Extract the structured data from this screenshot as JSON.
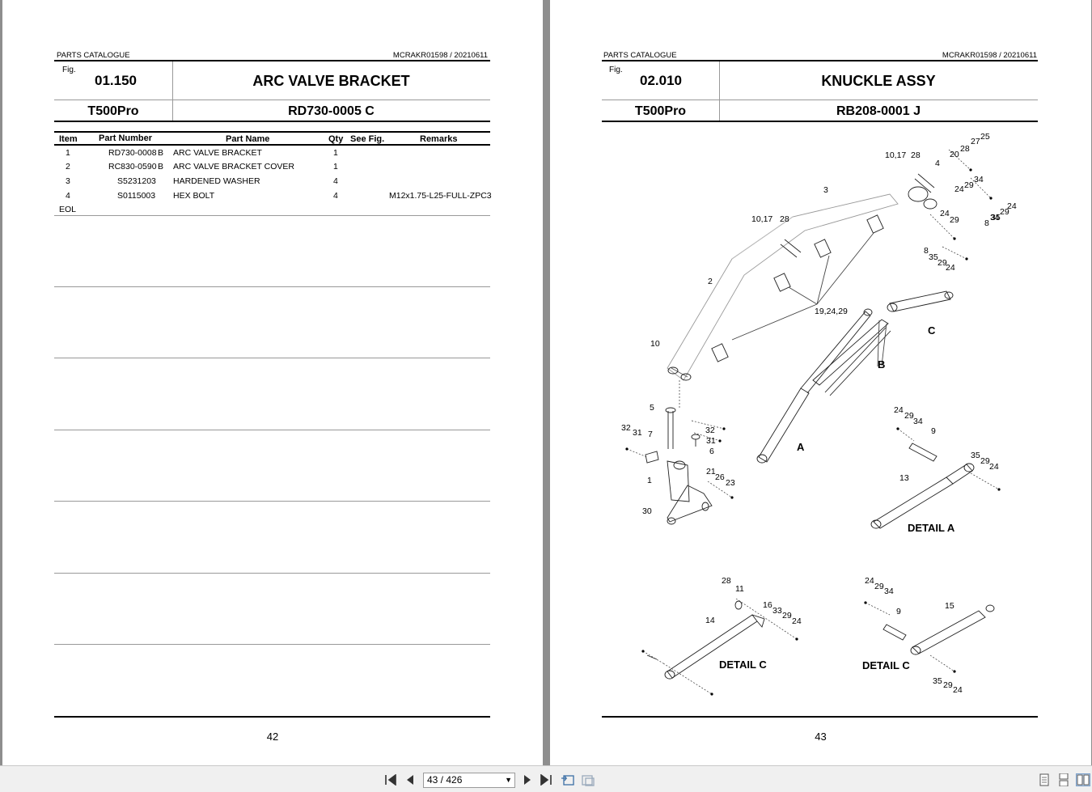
{
  "left_page": {
    "header_left": "PARTS CATALOGUE",
    "header_right": "MCRAKR01598 / 20210611",
    "fig_label": "Fig.",
    "fig_number": "01.150",
    "title": "ARC VALVE BRACKET",
    "model": "T500Pro",
    "assembly_number": "RD730-0005 C",
    "columns": {
      "item": "Item",
      "part_number": "Part Number",
      "part_name": "Part Name",
      "qty": "Qty",
      "see_fig": "See Fig.",
      "remarks": "Remarks"
    },
    "rows": [
      {
        "item": "1",
        "part_number": "RD730-0008",
        "rev": "B",
        "part_name": "ARC VALVE BRACKET",
        "qty": "1",
        "remarks": ""
      },
      {
        "item": "2",
        "part_number": "RC830-0590",
        "rev": "B",
        "part_name": "ARC VALVE BRACKET COVER",
        "qty": "1",
        "remarks": ""
      },
      {
        "item": "3",
        "part_number": "S5231203",
        "rev": "",
        "part_name": "HARDENED WASHER",
        "qty": "4",
        "remarks": ""
      },
      {
        "item": "4",
        "part_number": "S0115003",
        "rev": "",
        "part_name": "HEX BOLT",
        "qty": "4",
        "remarks": "M12x1.75-L25-FULL-ZPC3"
      }
    ],
    "eol": "EOL",
    "page_number": "42"
  },
  "right_page": {
    "header_left": "PARTS CATALOGUE",
    "header_right": "MCRAKR01598 / 20210611",
    "fig_label": "Fig.",
    "fig_number": "02.010",
    "title": "KNUCKLE ASSY",
    "model": "T500Pro",
    "assembly_number": "RB208-0001 J",
    "page_number": "43",
    "diagram": {
      "labels": {
        "main": [
          "10,17",
          "28",
          "4",
          "20",
          "28",
          "27",
          "25",
          "34",
          "29",
          "24",
          "3",
          "24",
          "29",
          "34",
          "29",
          "24",
          "8",
          "35",
          "10,17",
          "28",
          "8",
          "35",
          "29",
          "24",
          "2",
          "19,24,29",
          "C",
          "10",
          "B",
          "5",
          "32",
          "31",
          "7",
          "32",
          "31",
          "6",
          "A",
          "21",
          "26",
          "23",
          "1",
          "30"
        ],
        "detail_a_labels": [
          "24",
          "29",
          "34",
          "9",
          "35",
          "29",
          "24",
          "13"
        ],
        "detail_a_title": "DETAIL A",
        "detail_c1_labels": [
          "28",
          "11",
          "16",
          "33",
          "29",
          "24",
          "14"
        ],
        "detail_c1_title": "DETAIL C",
        "detail_c2_labels": [
          "24",
          "29",
          "34",
          "9",
          "15",
          "35",
          "29",
          "24"
        ],
        "detail_c2_title": "DETAIL C"
      }
    }
  },
  "toolbar": {
    "page_field": "43 / 426",
    "icons": [
      "first-page-icon",
      "prev-page-icon",
      "next-page-icon",
      "last-page-icon",
      "go-back-icon",
      "go-forward-icon",
      "single-page-view-icon",
      "continuous-view-icon",
      "facing-view-icon"
    ]
  }
}
